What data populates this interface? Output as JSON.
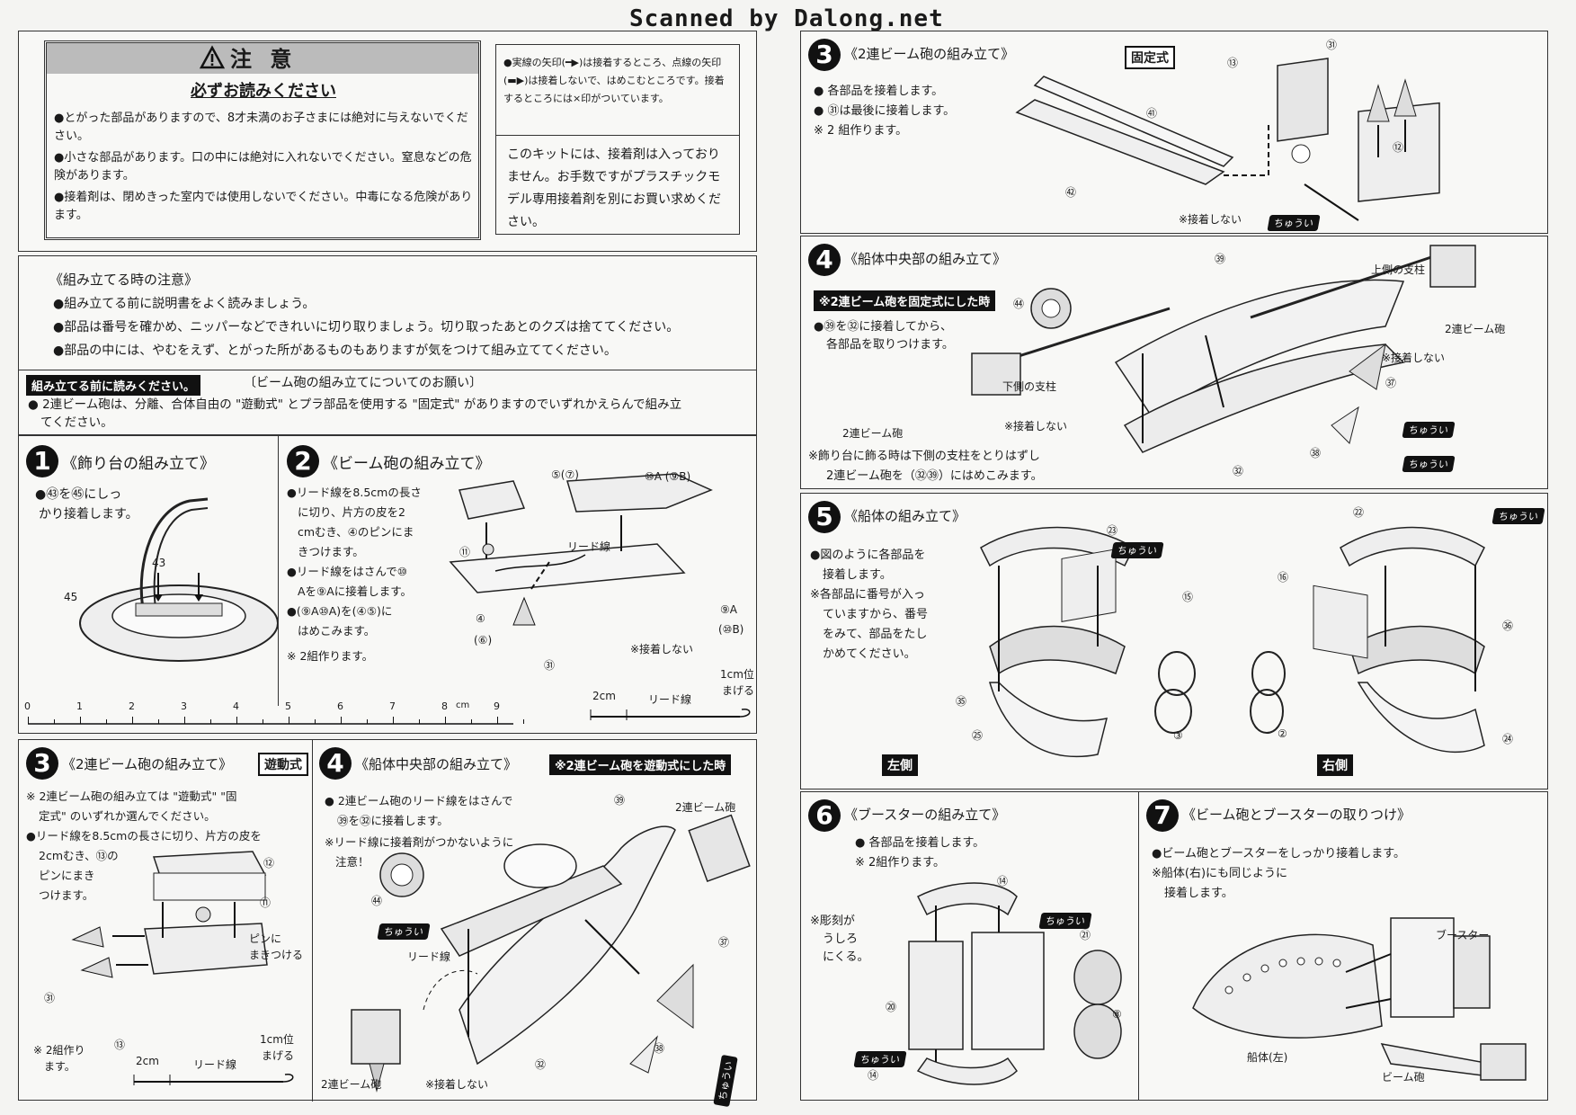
{
  "header": {
    "scan_credit": "Scanned by Dalong.net"
  },
  "caution": {
    "title": "注 意",
    "subtitle": "必ずお読みください",
    "items": [
      "●とがった部品がありますので、8才未満のお子さまには絶対に与えないでください。",
      "●小さな部品があります。口の中には絶対に入れないでください。窒息などの危険があります。",
      "●接着剤は、閉めきった室内では使用しないでください。中毒になる危険があります。"
    ],
    "arrow_legend": "●実線の矢印(━▶)は接着するところ、点線の矢印(▬▶)は接着しないで、はめこむところです。接着するところには×印がついています。",
    "glue_note": "このキットには、接着剤は入っておりません。お手数ですがプラスチックモデル専用接着剤を別にお買い求めください。"
  },
  "assembly_notes": {
    "title": "《組み立てる時の注意》",
    "items": [
      "●組み立てる前に説明書をよく読みましょう。",
      "●部品は番号を確かめ、ニッパーなどできれいに切り取りましょう。切り取ったあとのクズは捨ててください。",
      "●部品の中には、やむをえず、とがった所があるものもありますが気をつけて組み立ててください。"
    ]
  },
  "beam_request": {
    "tag": "組み立てる前に読みください。",
    "heading": "〔ビーム砲の組み立てについてのお願い〕",
    "text_line1": "● 2連ビーム砲は、分離、合体自由の \"遊動式\" とプラ部品を使用する \"固定式\" がありますのでいずれかえらんで組み立",
    "text_line2": "てください。"
  },
  "steps": {
    "s1": {
      "num": "1",
      "title": "《飾り台の組み立て》",
      "text": [
        "●㊸を㊺にしっ",
        "かり接着します。"
      ],
      "parts": [
        "43",
        "45"
      ]
    },
    "s2": {
      "num": "2",
      "title": "《ビーム砲の組み立て》",
      "text": [
        "●リード線を8.5cmの長さ",
        "に切り、片方の皮を2",
        "cmむき、④のピンにま",
        "きつけます。",
        "●リード線をはさんで⑩",
        "Aを⑨Aに接着します。",
        "●(⑨A⑩A)を(④⑤)に",
        "はめこみます。",
        "※ 2組作ります。"
      ],
      "labels": {
        "p5_7": "⑤(⑦)",
        "p10a": "⑩A (⑨B)",
        "p11": "⑪",
        "lead": "リード線",
        "p4": "④",
        "p6": "(⑥)",
        "p9a": "⑨A",
        "p10b": "(⑩B)",
        "p31": "㉛",
        "no_glue": "※接着しない",
        "bend": [
          "1cm位",
          "まげる"
        ],
        "two_cm": "2cm",
        "lead2": "リード線"
      }
    },
    "s3a": {
      "num": "3",
      "title": "《2連ビーム砲の組み立て》",
      "badge": "遊動式",
      "text": [
        "※ 2連ビーム砲の組み立ては \"遊動式\" \"固",
        "定式\" のいずれか選んでください。",
        "●リード線を8.5cmの長さに切り、片方の皮を",
        "2cmむき、⑬の",
        "ピンにまき",
        "つけます。"
      ],
      "labels": {
        "p12": "⑫",
        "p11": "⑪",
        "pin": [
          "ピンに",
          "まきつける"
        ],
        "p31": "㉛",
        "p13": "⑬",
        "two_sets": [
          "※ 2組作り",
          "ます。"
        ],
        "two_cm": "2cm",
        "lead": "リード線",
        "bend": [
          "1cm位",
          "まげる"
        ]
      }
    },
    "s4a": {
      "num": "4",
      "title": "《船体中央部の組み立て》",
      "badge": "※2連ビーム砲を遊動式にした時",
      "text": [
        "● 2連ビーム砲のリード線をはさんで",
        "㊴を㉜に接着します。",
        "※リード線に接着剤がつかないように",
        "注意！"
      ],
      "labels": {
        "p39": "㊴",
        "beam": "2連ビーム砲",
        "p44": "㊹",
        "lead": "リード線",
        "p37": "㊲",
        "p38": "㊳",
        "p32": "㉜",
        "beam2": "2連ビーム砲",
        "no_glue": "※接着しない"
      }
    },
    "s3b": {
      "num": "3",
      "title": "《2連ビーム砲の組み立て》",
      "badge": "固定式",
      "text": [
        "● 各部品を接着します。",
        "● ㉛は最後に接着します。",
        "※ 2 組作ります。"
      ],
      "labels": {
        "p13": "⑬",
        "p31": "㉛",
        "p41": "㊶",
        "p12": "⑫",
        "p42": "㊷",
        "no_glue": "※接着しない"
      }
    },
    "s4b": {
      "num": "4",
      "title": "《船体中央部の組み立て》",
      "badge": "※2連ビーム砲を固定式にした時",
      "text": [
        "●㊴を㉜に接着してから、",
        "各部品を取りつけます。"
      ],
      "footer": [
        "※飾り台に飾る時は下側の支柱をとりはずし",
        "2連ビーム砲を（㉜㊴）にはめこみます。"
      ],
      "labels": {
        "p39": "㊴",
        "upper": "上側の支柱",
        "p44": "㊹",
        "beam_r": "2連ビーム砲",
        "no_glue_r": "※接着しない",
        "lower": "下側の支柱",
        "p37": "㊲",
        "beam_l": "2連ビーム砲",
        "no_glue_l": "※接着しない",
        "p38": "㊳",
        "p32": "㉜"
      }
    },
    "s5": {
      "num": "5",
      "title": "《船体の組み立て》",
      "text": [
        "●図のように各部品を",
        "接着します。",
        "※各部品に番号が入っ",
        "ていますから、番号",
        "をみて、部品をたし",
        "かめてください。"
      ],
      "labels": {
        "p23": "㉓",
        "p15": "⑮",
        "p35": "㉟",
        "p25": "㉕",
        "p3": "③",
        "left": "左側",
        "p22": "㉒",
        "p16": "⑯",
        "p36": "㊱",
        "p2": "②",
        "p24": "㉔",
        "right": "右側"
      }
    },
    "s6": {
      "num": "6",
      "title": "《ブースターの組み立て》",
      "text": [
        "● 各部品を接着します。",
        "※ 2組作ります。"
      ],
      "engrave": [
        "※彫刻が",
        "うしろ",
        "にくる。"
      ],
      "labels": {
        "p14a": "⑭",
        "p21": "㉑",
        "p20": "⑳",
        "p8": "⑧",
        "p14b": "⑭"
      }
    },
    "s7": {
      "num": "7",
      "title": "《ビーム砲とブースターの取りつけ》",
      "text": [
        "●ビーム砲とブースターをしっかり接着します。",
        "※船体(右)にも同じように",
        "接着します。"
      ],
      "labels": {
        "booster": "ブースター",
        "hull": "船体(左)",
        "beam": "ビーム砲"
      }
    }
  },
  "ruler": {
    "ticks": [
      "0",
      "1",
      "2",
      "3",
      "4",
      "5",
      "6",
      "7",
      "8",
      "9"
    ],
    "unit": "cm"
  },
  "caution_badge": "ちゅうい"
}
